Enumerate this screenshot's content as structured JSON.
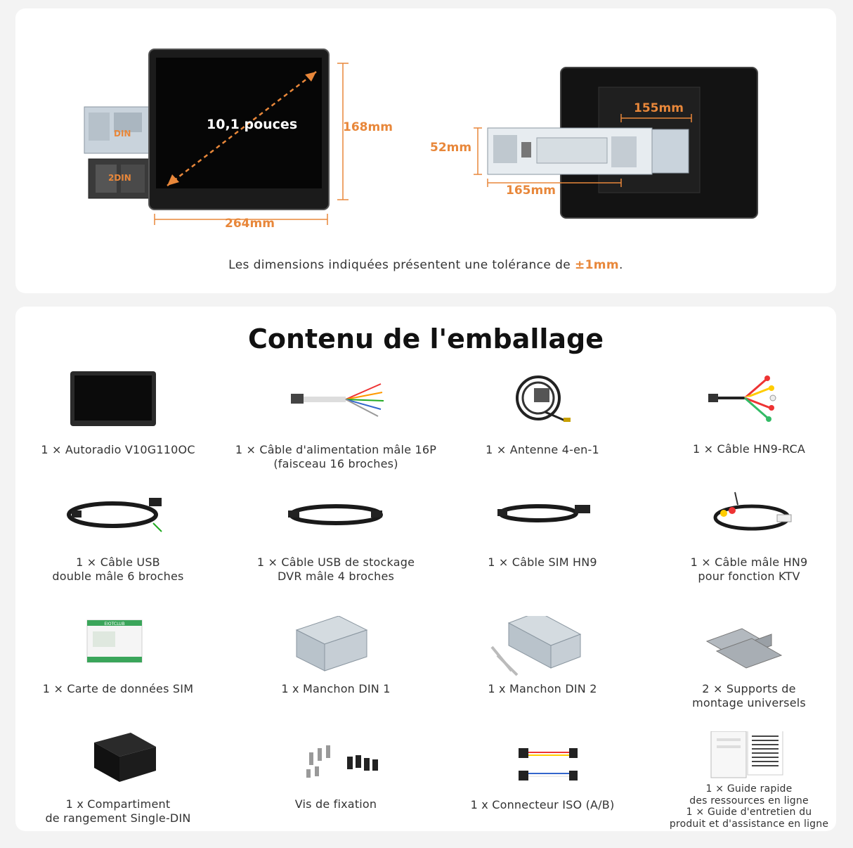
{
  "dimensions": {
    "diagonal_label": "10,1 pouces",
    "height_label": "168mm",
    "width_label": "264mm",
    "chassis_height_label": "52mm",
    "depth_label": "155mm",
    "chassis_width_label": "165mm",
    "din_label": "DIN",
    "din2_label": "2DIN",
    "tolerance_prefix": "Les dimensions indiquées présentent une tolérance de ",
    "tolerance_value": "±1mm",
    "tolerance_suffix": "."
  },
  "package": {
    "title": "Contenu de l'emballage",
    "items": [
      {
        "caption": "1 × Autoradio V10G110OC",
        "icon": "car-radio-icon"
      },
      {
        "caption": "1 × Câble d'alimentation mâle 16P\n(faisceau 16 broches)",
        "icon": "power-cable-icon"
      },
      {
        "caption": "1 × Antenne 4-en-1",
        "icon": "antenna-icon"
      },
      {
        "caption": "1 × Câble HN9-RCA",
        "icon": "rca-cable-icon"
      },
      {
        "caption": "1 × Câble USB\ndouble mâle 6 broches",
        "icon": "usb-cable-icon"
      },
      {
        "caption": "1 × Câble USB de stockage\nDVR mâle 4 broches",
        "icon": "dvr-usb-cable-icon"
      },
      {
        "caption": "1 × Câble SIM HN9",
        "icon": "sim-cable-icon"
      },
      {
        "caption": "1 × Câble mâle HN9\npour fonction KTV",
        "icon": "ktv-cable-icon"
      },
      {
        "caption": "1 × Carte de données SIM",
        "icon": "sim-card-icon"
      },
      {
        "caption": "1 x Manchon DIN 1",
        "icon": "din1-sleeve-icon"
      },
      {
        "caption": "1 x Manchon DIN 2",
        "icon": "din2-sleeve-icon"
      },
      {
        "caption": "2 × Supports de\nmontage universels",
        "icon": "mounting-bracket-icon"
      },
      {
        "caption": "1 x Compartiment\nde rangement Single-DIN",
        "icon": "storage-box-icon"
      },
      {
        "caption": "Vis de fixation",
        "icon": "screws-icon"
      },
      {
        "caption": "1 x Connecteur ISO (A/B)",
        "icon": "iso-connector-icon"
      },
      {
        "caption": "1 × Guide rapide\ndes ressources en ligne\n1 × Guide d'entretien du\nproduit et d'assistance en ligne",
        "icon": "manual-icon"
      }
    ],
    "sim_card_brand": "EIOTCLUB"
  },
  "colors": {
    "accent": "#e8873a",
    "screen": "#111111"
  }
}
